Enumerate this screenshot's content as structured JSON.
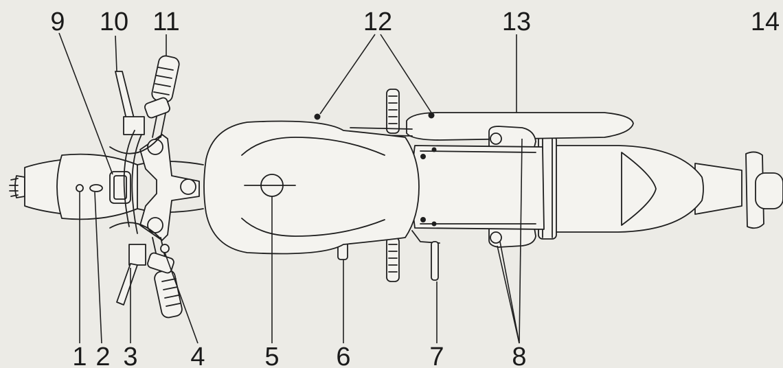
{
  "callouts": [
    {
      "id": "1",
      "text": "1"
    },
    {
      "id": "2",
      "text": "2"
    },
    {
      "id": "3",
      "text": "3"
    },
    {
      "id": "4",
      "text": "4"
    },
    {
      "id": "5",
      "text": "5"
    },
    {
      "id": "6",
      "text": "6"
    },
    {
      "id": "7",
      "text": "7"
    },
    {
      "id": "8",
      "text": "8"
    },
    {
      "id": "9",
      "text": "9"
    },
    {
      "id": "10",
      "text": "10"
    },
    {
      "id": "11",
      "text": "11"
    },
    {
      "id": "12",
      "text": "12"
    },
    {
      "id": "13",
      "text": "13"
    },
    {
      "id": "14",
      "text": "14"
    }
  ],
  "colors": {
    "ink": "#1f1f1f",
    "paper": "#ecebe6"
  }
}
